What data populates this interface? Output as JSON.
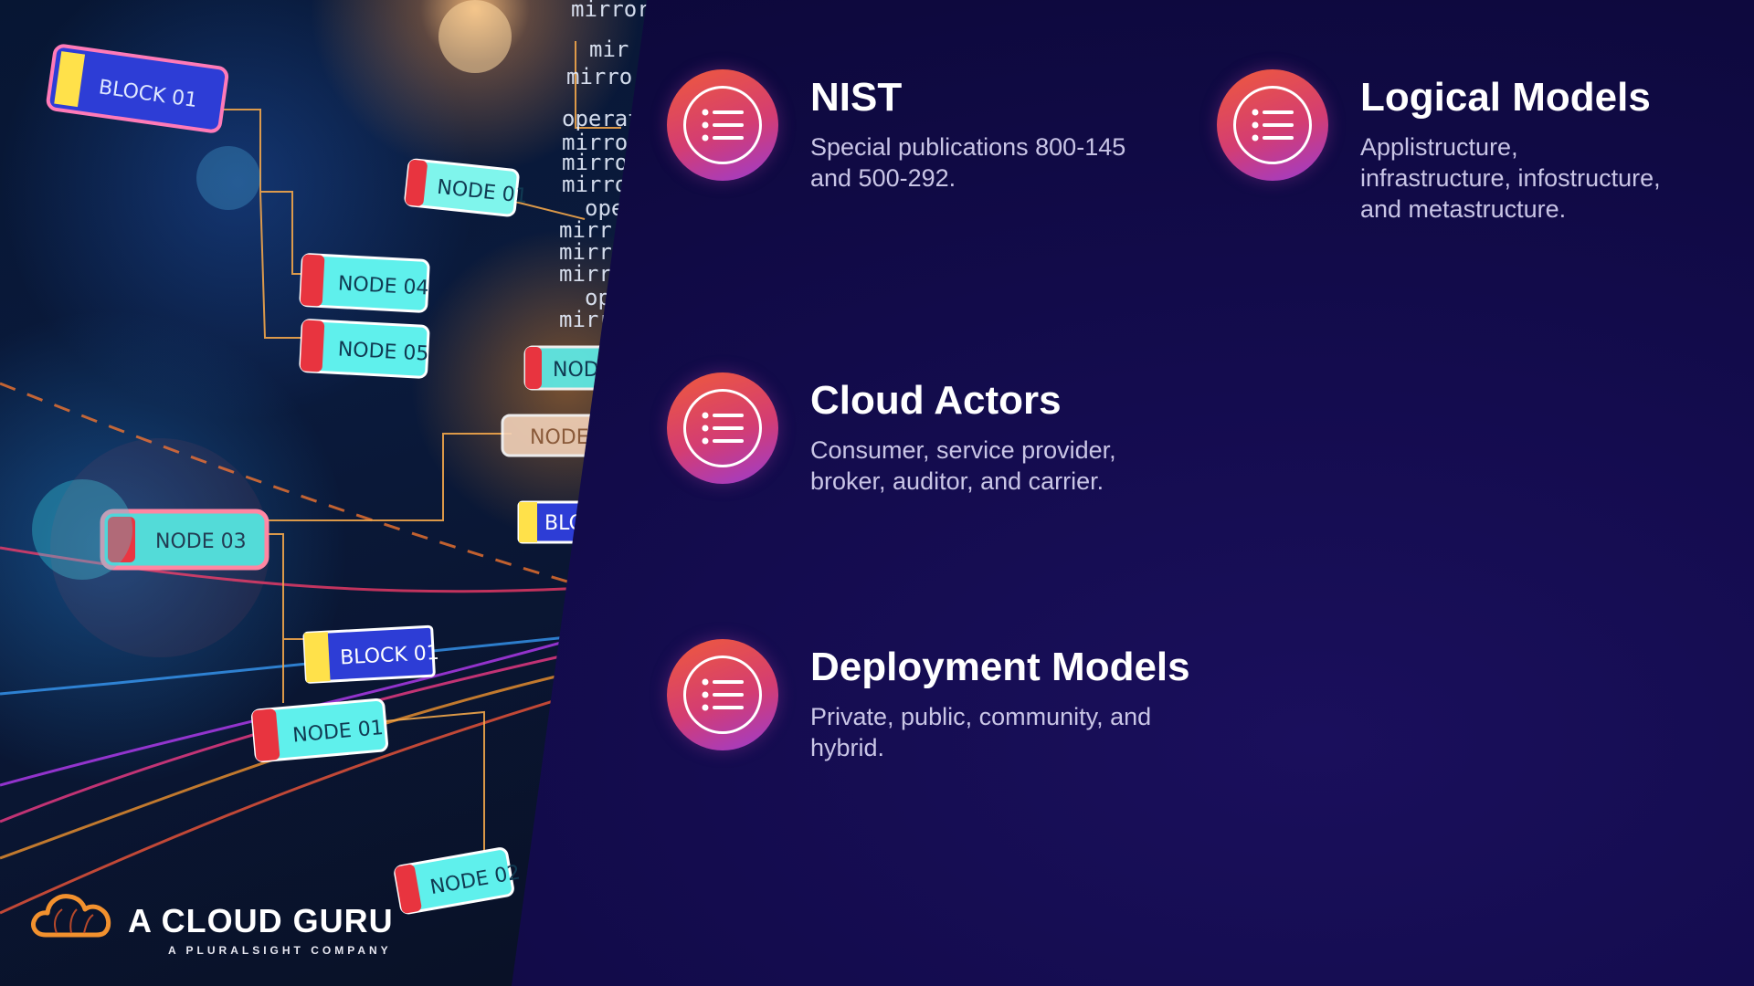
{
  "features": [
    {
      "title": "NIST",
      "desc": [
        "Special publications 800-145",
        "and 500-292."
      ],
      "icon": "list-icon"
    },
    {
      "title": "Logical Models",
      "desc": [
        "Applistructure,",
        "infrastructure, infostructure,",
        "and metastructure."
      ],
      "icon": "list-icon"
    },
    {
      "title": "Cloud Actors",
      "desc": [
        "Consumer, service provider,",
        "broker, auditor, and carrier."
      ],
      "icon": "list-icon"
    },
    {
      "title": "Deployment Models",
      "desc": [
        "Private, public, community, and",
        "hybrid."
      ],
      "icon": "list-icon"
    }
  ],
  "hero": {
    "labels": [
      "BLOCK 01",
      "NODE 01",
      "NODE 04",
      "NODE 05",
      "NODE 03",
      "BLOCK 01",
      "NODE 01",
      "NODE 02",
      "NODE 0",
      "NODE 0",
      "BLOC"
    ],
    "code_words": [
      "mirror",
      "mir",
      "mirro",
      "operat",
      "mirro",
      "mirro",
      "mirro",
      "ope",
      "mirr",
      "mirr",
      "mirr",
      "op",
      "mirr"
    ]
  },
  "logo": {
    "name": "A CLOUD GURU",
    "subtitle": "A PLURALSIGHT COMPANY",
    "icon": "cloud-logo-icon"
  },
  "colors": {
    "background": "#120b4a",
    "badge_start": "#ef5a3b",
    "badge_end": "#9b3bd0",
    "title": "#ffffff",
    "desc": "#c9c5e6"
  }
}
